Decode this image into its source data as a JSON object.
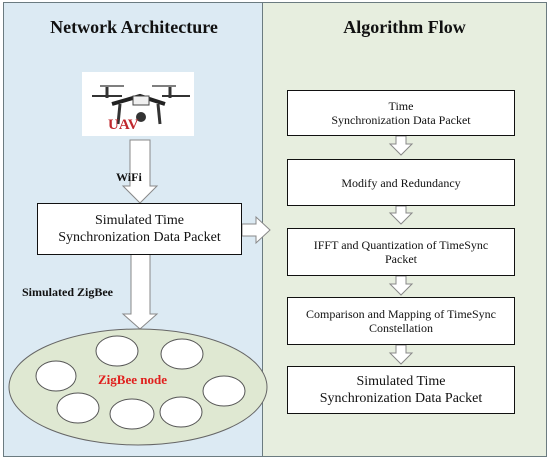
{
  "left_panel": {
    "title": "Network Architecture",
    "uav_label": "UAV",
    "wifi_label": "WiFi",
    "sim_box_line1": "Simulated Time",
    "sim_box_line2": "Synchronization Data Packet",
    "zigbee_link_label": "Simulated ZigBee",
    "zigbee_node_label": "ZigBee node"
  },
  "right_panel": {
    "title": "Algorithm Flow",
    "steps": [
      {
        "line1": "Time",
        "line2": "Synchronization Data Packet"
      },
      {
        "line1": "Modify and Redundancy",
        "line2": ""
      },
      {
        "line1": "IFFT and Quantization of TimeSync",
        "line2": "Packet"
      },
      {
        "line1": "Comparison and Mapping of TimeSync",
        "line2": "Constellation"
      },
      {
        "line1": "Simulated Time",
        "line2": "Synchronization Data Packet"
      }
    ]
  },
  "colors": {
    "left_bg": "#dceaf3",
    "right_bg": "#e7eedf",
    "ellipse_fill": "#dfe8d2",
    "zigbee_red": "#e0201e",
    "uav_red": "#c0272d"
  },
  "icons": {
    "drone": "quadcopter-drone-icon"
  }
}
